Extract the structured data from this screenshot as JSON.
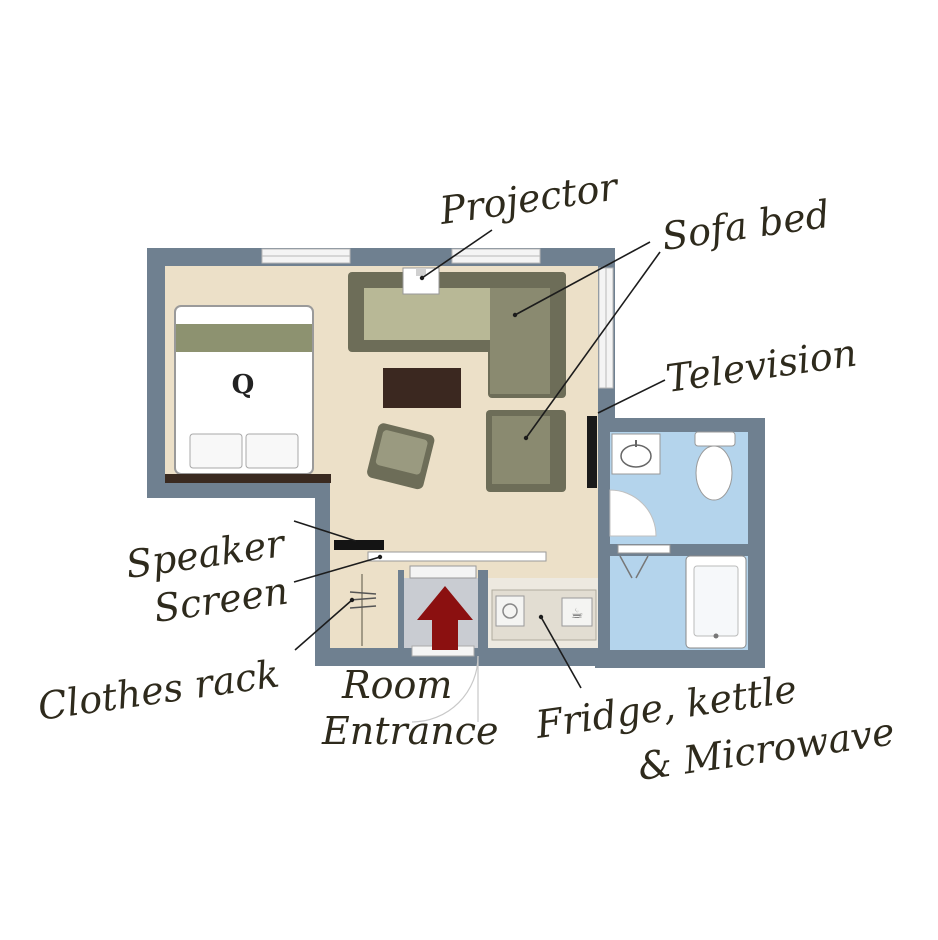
{
  "bed_letter": "Q",
  "labels": {
    "projector": "Projector",
    "sofa_bed": "Sofa bed",
    "television": "Television",
    "speaker": "Speaker",
    "screen": "Screen",
    "clothes_rack": "Clothes rack",
    "room": "Room",
    "entrance": "Entrance",
    "fridge_kettle": "Fridge, kettle",
    "microwave": "& Microwave"
  },
  "colors": {
    "wall": "#6f8090",
    "floor": "#ece0c8",
    "bathroom": "#b4d4ec",
    "sofa": "#8a8a70",
    "arrow": "#8b1010",
    "text": "#2e2a1c"
  }
}
